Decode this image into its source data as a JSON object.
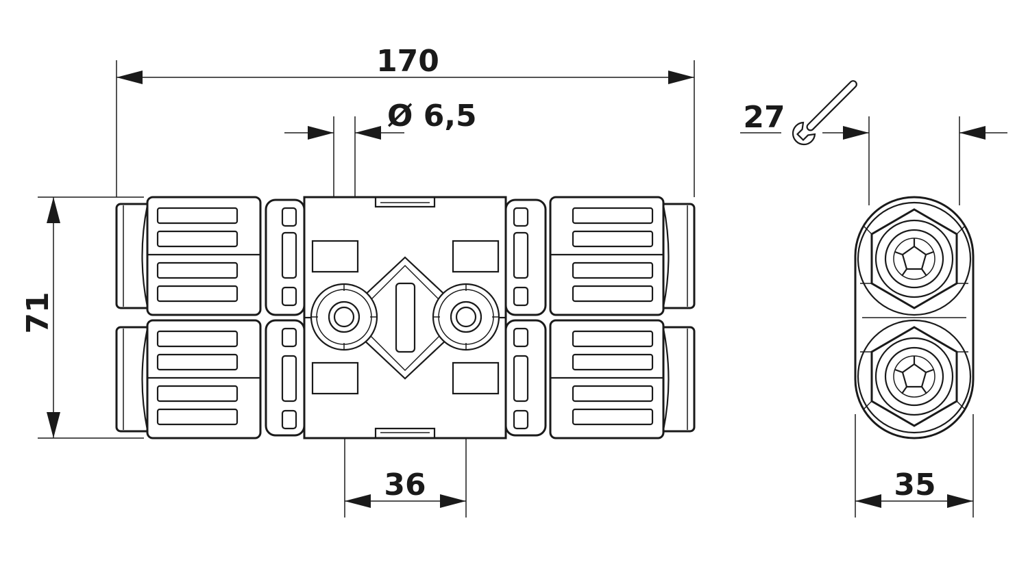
{
  "dimensions": {
    "overall_length": "170",
    "hole_diameter": "Ø 6,5",
    "height": "71",
    "hole_spacing": "36",
    "width": "35",
    "wrench_size": "27"
  },
  "colors": {
    "line": "#1a1a1a",
    "background": "#ffffff"
  },
  "icons": {
    "wrench": "wrench-icon"
  }
}
